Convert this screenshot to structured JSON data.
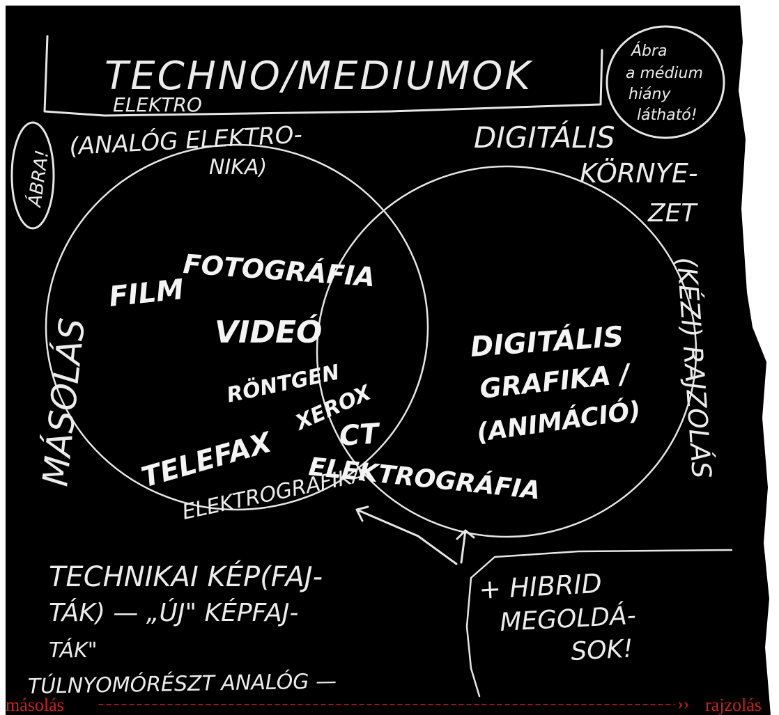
{
  "header": {
    "title": "TECHNO/MEDIUMOK",
    "subtitle": "ELEKTRO",
    "note": [
      "Ábra",
      "a médium",
      "hiány",
      "látható!"
    ]
  },
  "side_tag": "ÁBRA!",
  "left_group": [
    "(ANALÓG ELEKTRO-",
    "NIKA)"
  ],
  "right_group": [
    "DIGITÁLIS",
    "KÖRNYE-",
    "ZET"
  ],
  "left_circle_items": [
    "FOTOGRÁFIA",
    "FILM",
    "VIDEÓ",
    "RÖNTGEN",
    "XEROX",
    "TELEFAX",
    "ELEKTROGRAFIKA"
  ],
  "overlap_items": [
    "CT",
    "ELEKTROGRÁFIA"
  ],
  "right_circle_items": [
    "DIGITÁLIS",
    "GRAFIKA /",
    "(ANIMÁCIÓ)"
  ],
  "left_vertical": "MÁSOLÁS",
  "right_vertical": "(KÉZI) RAJZOLÁS",
  "bottom_left": [
    "TECHNIKAI KÉP(FAJ-",
    "TÁK) — „ÚJ\" KÉPFAJ-",
    "TÁK\"",
    "TÚLNYOMÓRÉSZT ANALÓG —"
  ],
  "bottom_right": [
    "+ HIBRID",
    "MEGOLDÁ-",
    "SOK!"
  ],
  "axis": {
    "left_label": "másolás",
    "right_label": "rajzolás",
    "arrow": "››",
    "label_color": "#d21f1f"
  },
  "colors": {
    "background": "#000000",
    "chalk": "#ececec"
  }
}
